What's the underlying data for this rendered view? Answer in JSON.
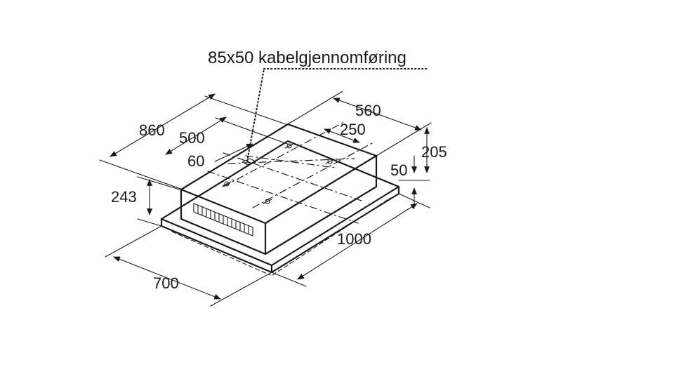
{
  "diagram": {
    "cable_label": "85x50 kabelgjennomføring",
    "dimensions": {
      "total_depth": "860",
      "body_depth": "500",
      "offset_60": "60",
      "body_width": "560",
      "hole_spacing": "250",
      "total_height": "205",
      "plate_height": "50",
      "side_height": "243",
      "front_depth": "700",
      "total_width": "1000"
    }
  }
}
